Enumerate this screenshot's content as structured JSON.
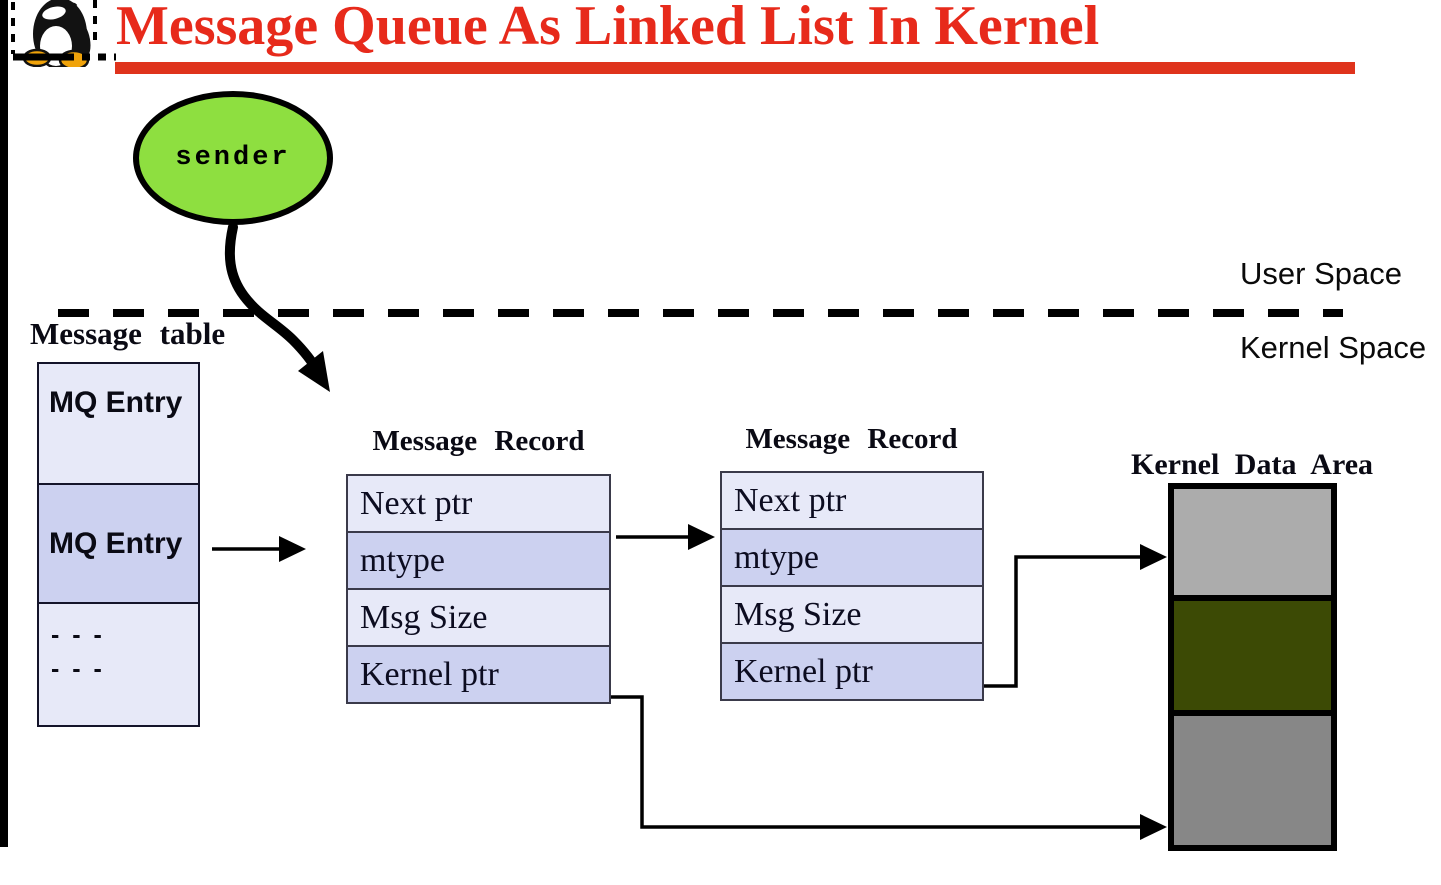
{
  "title": {
    "text": "Message Queue As Linked List In Kernel"
  },
  "icons": {
    "logo": "penguin-logo"
  },
  "separator": {
    "user_space_label": "User Space",
    "kernel_space_label": "Kernel Space"
  },
  "sender": {
    "label": "sender"
  },
  "message_table": {
    "label": "Message table",
    "entries": [
      "MQ Entry",
      "MQ Entry"
    ],
    "ellipsis_lines": [
      "- - -",
      "- - -"
    ]
  },
  "message_records": [
    {
      "title": "Message Record",
      "rows": [
        "Next ptr",
        "mtype",
        "Msg Size",
        "Kernel ptr"
      ]
    },
    {
      "title": "Message Record",
      "rows": [
        "Next ptr",
        "mtype",
        "Msg Size",
        "Kernel ptr"
      ]
    }
  ],
  "kernel_data_area": {
    "label": "Kernel Data Area",
    "block_colors": [
      "#acacac",
      "#3c4a05",
      "#878787"
    ]
  },
  "palette": {
    "title_red": "#e72a1b",
    "underline_red": "#df331c",
    "sender_green": "#8edf40",
    "row_light": "#e7e9f8",
    "row_dark": "#ccd1f0"
  }
}
